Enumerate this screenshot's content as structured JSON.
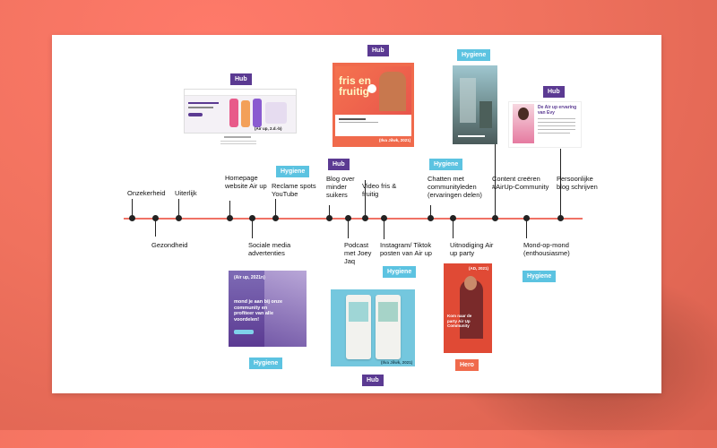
{
  "tags": {
    "hub": "Hub",
    "hygiene": "Hygiene",
    "hero": "Hero"
  },
  "labels": {
    "onzekerheid": "Onzekerheid",
    "gezondheid": "Gezondheid",
    "uiterlijk": "Uiterlijk",
    "homepage": "Homepage website Air up",
    "social": "Sociale media advertenties",
    "reclame": "Reclame spots YouTube",
    "blog": "Blog over minder suikers",
    "podcast": "Podcast met Joey Jaq",
    "video": "Video fris & fruitig",
    "instagram": "Instagram/ Tiktok posten van Air up",
    "chatten": "Chatten met communityleden (ervaringen delen)",
    "uitnodiging": "Uitnodiging Air up party",
    "content": "Content creëren #AirUp-Community",
    "mond": "Mond-op-mond (enthousiasme)",
    "persoonlijke": "Persoonlijke blog schrijven"
  },
  "cards": {
    "homepage_caption": "(Air up, 2.d.-b)",
    "video_title": "fris en fruitig",
    "video_caption": "(Ilva Jilwk, 2021)",
    "blog_title": "De Air up ervaring van Evy",
    "social_caption": "(Air up, 2021n)",
    "social_text": "mond je aan bij onze community en profiteer van alle voordelen!",
    "podcast_caption": "(Ilva Jilwk, 2021)",
    "party_caption": "(AD, 2021)",
    "party_text": "Kom naar de party Air Up Community"
  },
  "colors": {
    "hub": "#5b3a92",
    "hygiene": "#5cc3e1",
    "hero": "#f06a4c",
    "timeline": "#f07265"
  }
}
